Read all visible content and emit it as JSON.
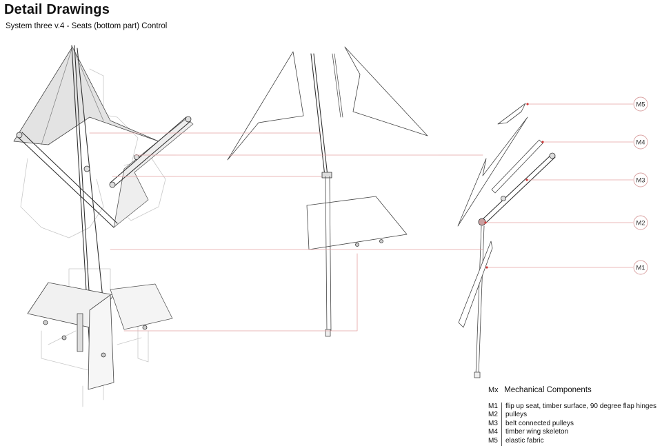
{
  "header": {
    "title": "Detail Drawings",
    "subtitle": "System three v.4 - Seats (bottom part) Control"
  },
  "callouts": [
    {
      "id": "M5",
      "label": "M5"
    },
    {
      "id": "M4",
      "label": "M4"
    },
    {
      "id": "M3",
      "label": "M3"
    },
    {
      "id": "M2",
      "label": "M2"
    },
    {
      "id": "M1",
      "label": "M1"
    }
  ],
  "legend": {
    "code": "Mx",
    "title": "Mechanical Components",
    "items": [
      {
        "code": "M1",
        "text": "flip up seat, timber surface, 90 degree flap hinges"
      },
      {
        "code": "M2",
        "text": "pulleys"
      },
      {
        "code": "M3",
        "text": "belt connected pulleys"
      },
      {
        "code": "M4",
        "text": "timber wing skeleton"
      },
      {
        "code": "M5",
        "text": "elastic fabric"
      }
    ]
  },
  "colors": {
    "leader": "#e4a0a0",
    "marker": "#d23a3a",
    "line": "#3a3a3a",
    "fill": "#e6e6e6"
  }
}
